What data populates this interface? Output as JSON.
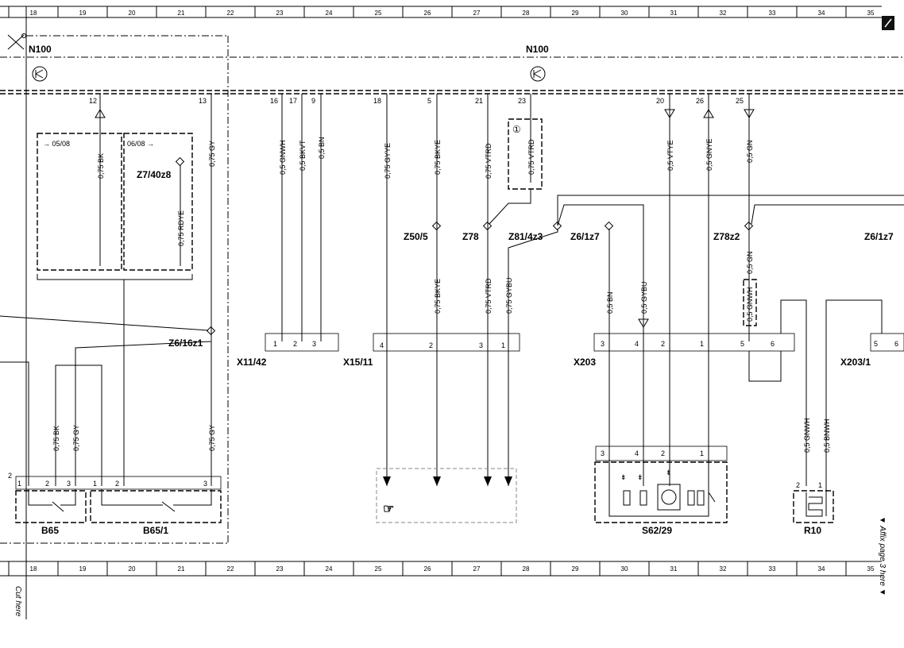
{
  "grid_columns": [
    "18",
    "19",
    "20",
    "21",
    "22",
    "23",
    "24",
    "25",
    "26",
    "27",
    "28",
    "29",
    "30",
    "31",
    "32",
    "33",
    "34",
    "35"
  ],
  "components": {
    "n100_left": "N100",
    "n100_right": "N100",
    "b65": "B65",
    "b65_1": "B65/1",
    "s62_29": "S62/29",
    "r10": "R10",
    "x11_42": "X11/42",
    "x15_11": "X15/11",
    "x203": "X203",
    "x203_1": "X203/1"
  },
  "splices": {
    "z7_40z8": "Z7/40z8",
    "z6_16z1": "Z6/16z1",
    "z50_5": "Z50/5",
    "z78": "Z78",
    "z81_4z3": "Z81/4z3",
    "z6_1z7": "Z6/1z7",
    "z78z2": "Z78z2",
    "z6_1z7_b": "Z6/1z7"
  },
  "dates": {
    "from": "→ 05/08",
    "to": "06/08 →"
  },
  "note_marker": "①",
  "side_text": {
    "left": "Cut here",
    "right": "▼ Affix page 3 here ▼"
  },
  "pins_n100": [
    "12",
    "13",
    "16",
    "17",
    "9",
    "18",
    "5",
    "21",
    "23",
    "20",
    "26",
    "25"
  ],
  "pins_x11": [
    "1",
    "2",
    "3"
  ],
  "pins_x15": [
    "4",
    "2",
    "3",
    "1"
  ],
  "pins_x203": [
    "3",
    "4",
    "2",
    "1",
    "5",
    "6"
  ],
  "pins_x203_1": [
    "5",
    "6"
  ],
  "pins_b65": [
    "2",
    "1",
    "2",
    "3"
  ],
  "pins_b65_1": [
    "1",
    "2",
    "3"
  ],
  "pins_s62": [
    "3",
    "4",
    "2",
    "1"
  ],
  "pins_r10": [
    "2",
    "1"
  ],
  "wires": {
    "w12": "0,75 BK",
    "w13": "0,75 GY",
    "w_rdye": "0,75 RDYE",
    "w16": "0,5 GNWH",
    "w17": "0,5 BKVT",
    "w9": "0,5 BN",
    "w18": "0,75 GYYE",
    "w5": "0,75 BKYE",
    "w21": "0,75 VTRD",
    "w23": "0,75 VTRD",
    "w20": "0,5 VTYE",
    "w26": "0,5 GNYE",
    "w25": "0,5 GN",
    "w_bkye2": "0,75 BKYE",
    "w_vtrd2": "0,75 VTRD",
    "w_gybu": "0,75 GYBU",
    "w_bn2": "0,5 BN",
    "w_gybu2": "0,5 GYBU",
    "w_gn2": "0,5 GN",
    "w_gnwh2": "0,5 GNWH",
    "w_b65bk": "0,75 BK",
    "w_b65gy": "0,75 GY",
    "w_b651gy": "0,75 GY",
    "w_r10gnwh": "0,5 GNWH",
    "w_r10bnwh": "0,5 BNWH"
  },
  "b65_left_pin": "2"
}
